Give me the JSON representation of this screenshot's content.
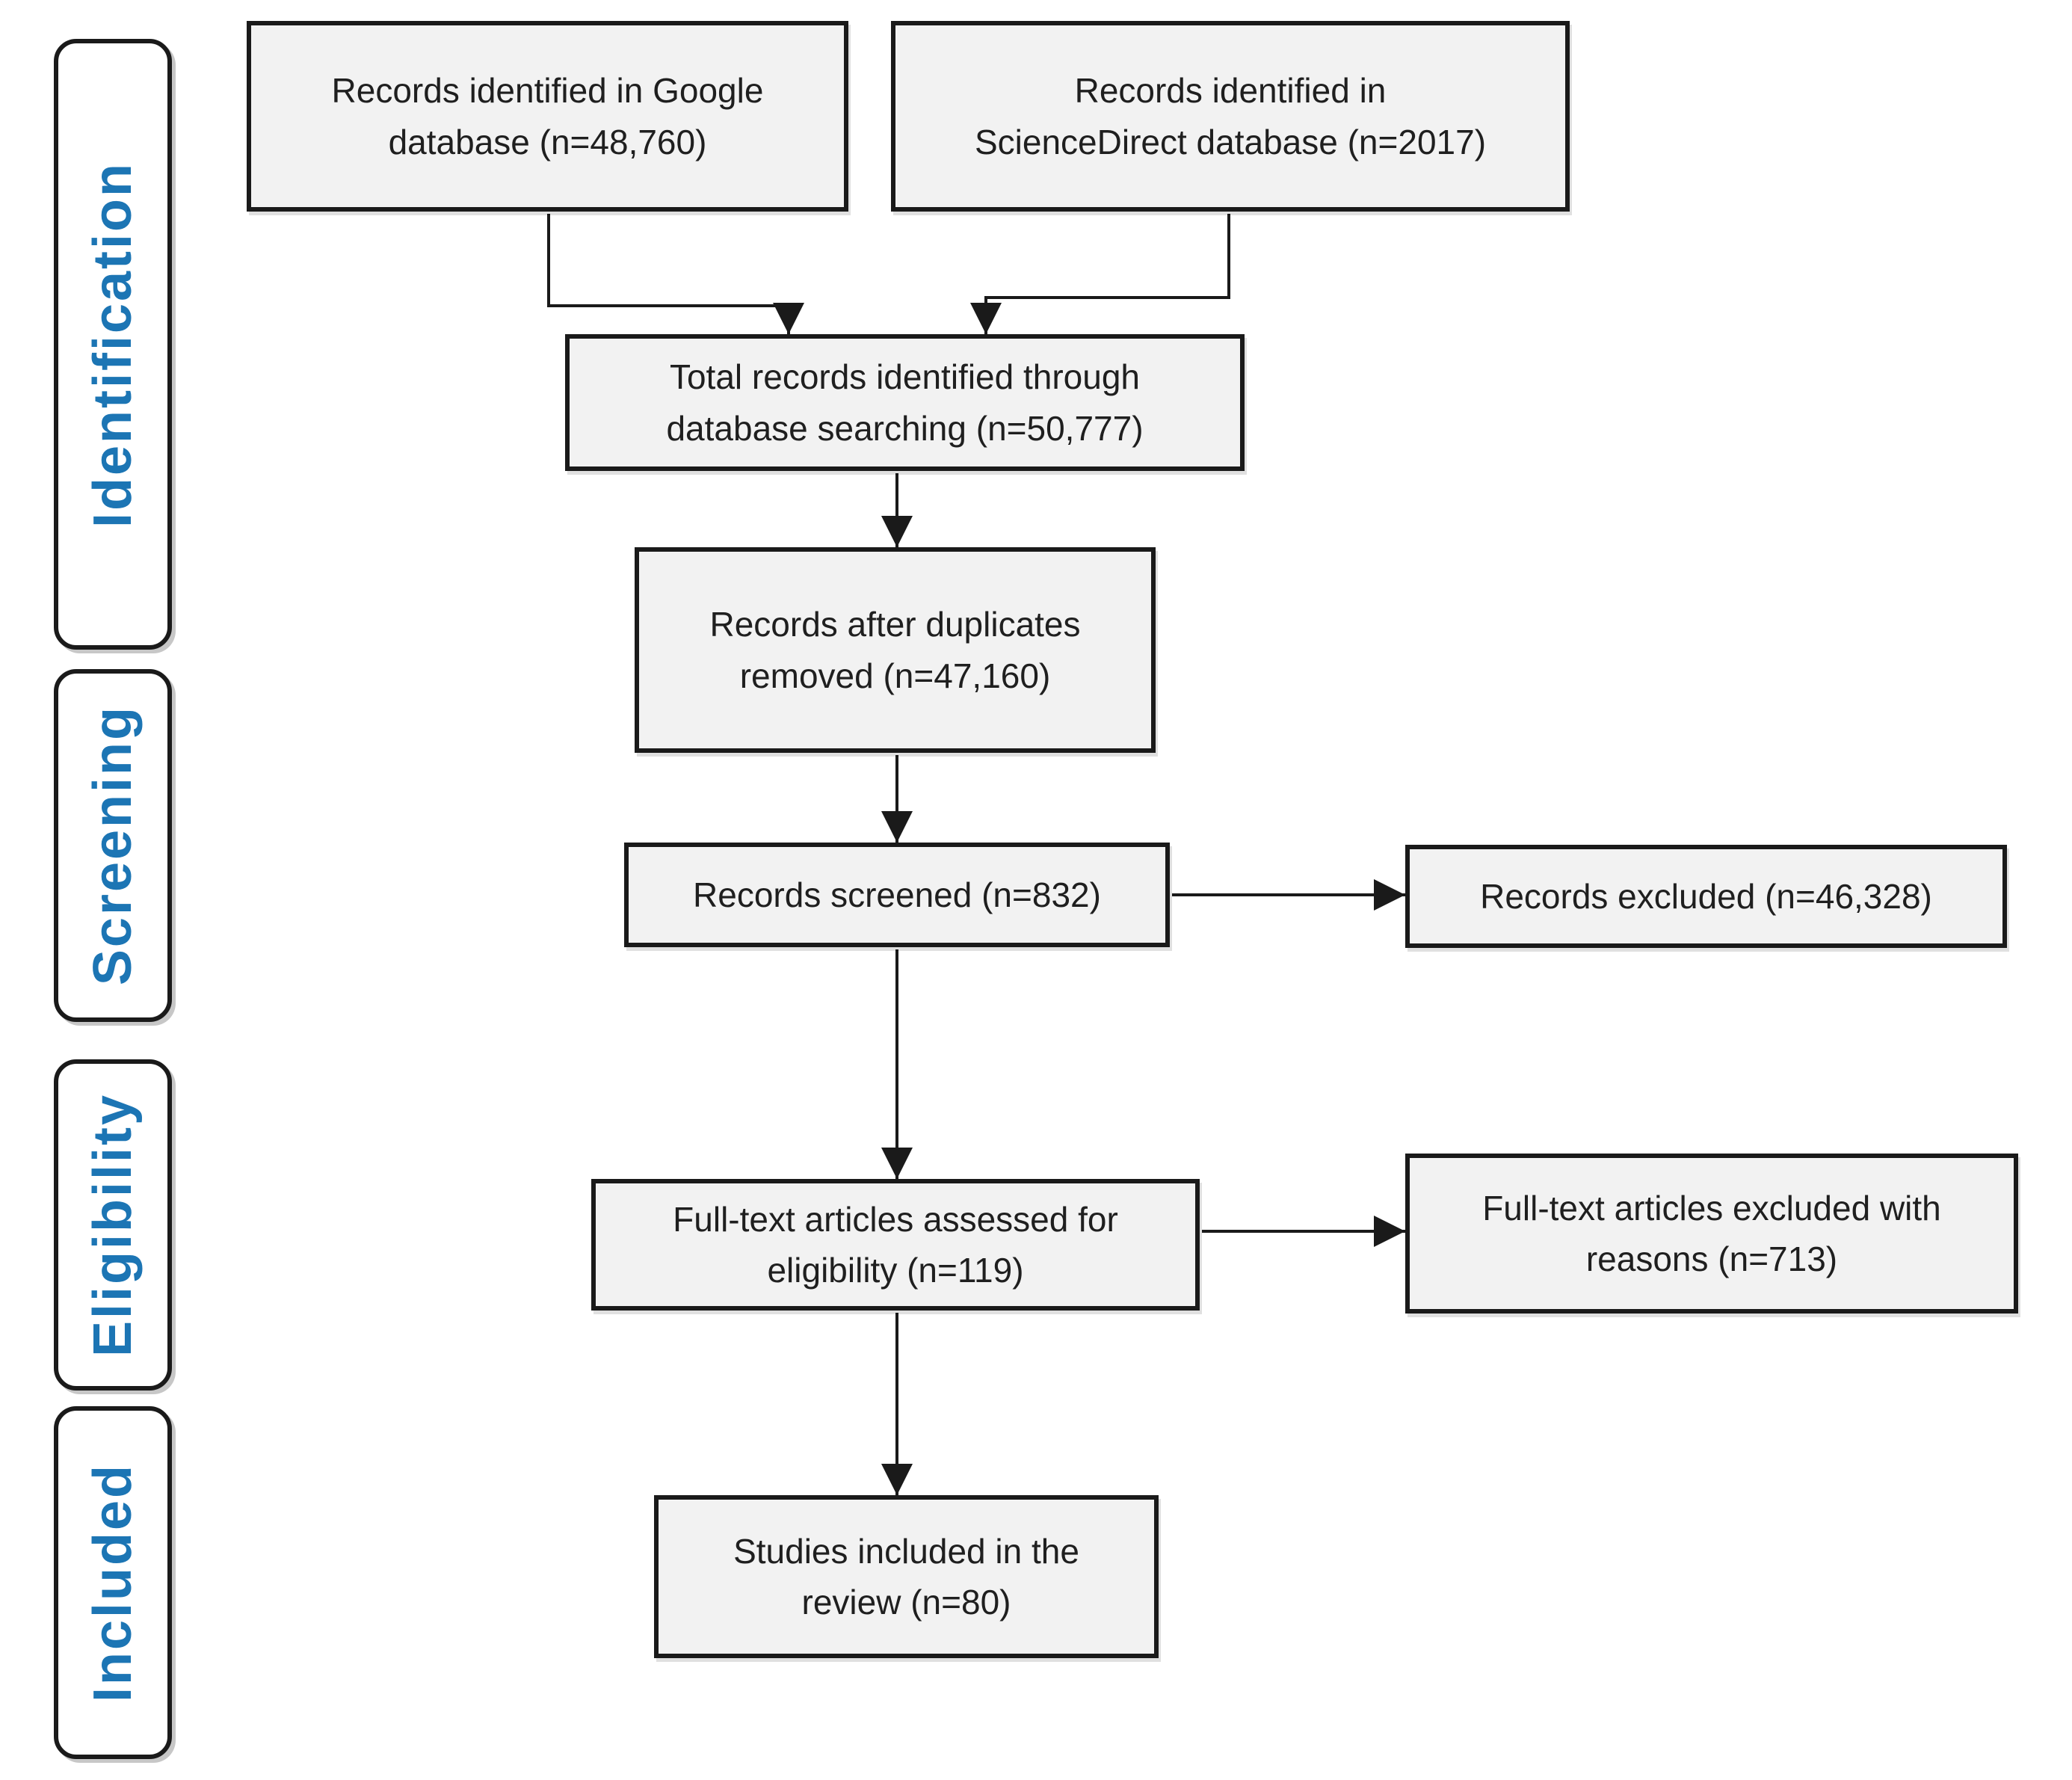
{
  "diagram": {
    "type": "prisma-flowchart",
    "stages": [
      {
        "label": "Identification"
      },
      {
        "label": "Screening"
      },
      {
        "label": "Eligibility"
      },
      {
        "label": "Included"
      }
    ],
    "nodes": {
      "google": {
        "text": "Records identified in Google database (n=48,760)",
        "lines": [
          "Records identified in Google",
          "database (n=48,760)"
        ],
        "count": "48,760"
      },
      "sciencedirect": {
        "text": "Records identified in ScienceDirect database (n=2017)",
        "lines": [
          "Records identified in",
          "ScienceDirect database (n=2017)"
        ],
        "count": "2017"
      },
      "total": {
        "text": "Total records identified through database searching (n=50,777)",
        "lines": [
          "Total records identified through",
          "database searching (n=50,777)"
        ],
        "count": "50,777"
      },
      "duplicates": {
        "text": "Records after duplicates removed (n=47,160)",
        "lines": [
          "Records after duplicates",
          "removed (n=47,160)"
        ],
        "count": "47,160"
      },
      "screened": {
        "text": "Records screened (n=832)",
        "lines": [
          "Records screened (n=832)"
        ],
        "count": "832"
      },
      "excluded": {
        "text": "Records excluded (n=46,328)",
        "lines": [
          "Records excluded (n=46,328)"
        ],
        "count": "46,328"
      },
      "fulltext": {
        "text": "Full-text articles assessed for eligibility (n=119)",
        "lines": [
          "Full-text articles assessed for",
          "eligibility (n=119)"
        ],
        "count": "119"
      },
      "fulltext_excluded": {
        "text": "Full-text articles excluded with reasons (n=713)",
        "lines": [
          "Full-text articles excluded with",
          "reasons (n=713)"
        ],
        "count": "713"
      },
      "included": {
        "text": "Studies included in the review (n=80)",
        "lines": [
          "Studies included in the",
          "review (n=80)"
        ],
        "count": "80"
      }
    },
    "colors": {
      "stage_label": "#1c75b4",
      "box_fill": "#f2f2f2",
      "box_border": "#1a1a1a",
      "arrow": "#1a1a1a",
      "background": "#ffffff",
      "text": "#1f1f1f"
    }
  }
}
